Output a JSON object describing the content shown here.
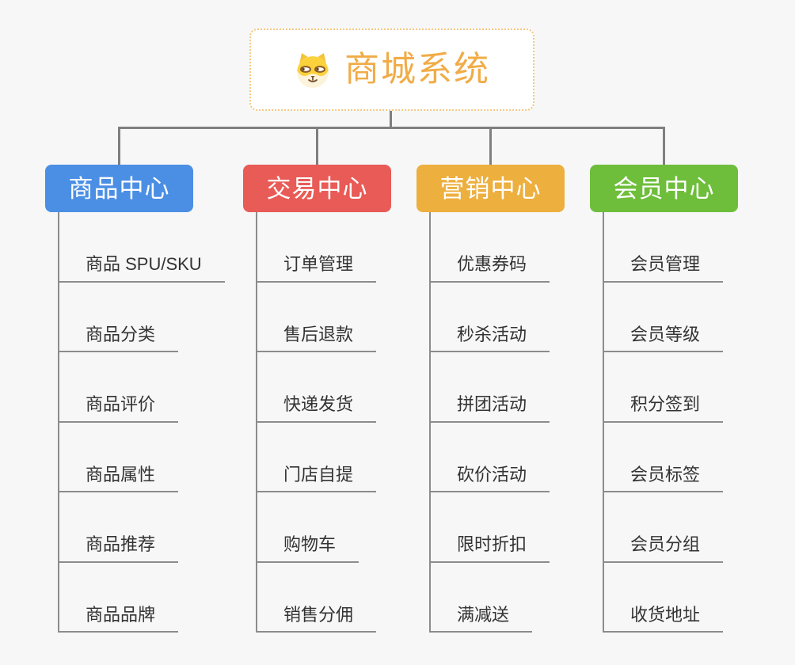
{
  "page": {
    "background": "#f7f7f7",
    "connector_color": "#7f7f7f",
    "leaf_line_color": "#8c8c8c"
  },
  "root": {
    "label": "商城系统",
    "color": "#F1AC47",
    "border_color": "#F4C87F",
    "icon": "shiba-dog-icon"
  },
  "branches": [
    {
      "label": "商品中心",
      "color": "#4B8FE4",
      "children": [
        "商品 SPU/SKU",
        "商品分类",
        "商品评价",
        "商品属性",
        "商品推荐",
        "商品品牌"
      ]
    },
    {
      "label": "交易中心",
      "color": "#E85B57",
      "children": [
        "订单管理",
        "售后退款",
        "快递发货",
        "门店自提",
        "购物车",
        "销售分佣"
      ]
    },
    {
      "label": "营销中心",
      "color": "#EDAF3E",
      "children": [
        "优惠券码",
        "秒杀活动",
        "拼团活动",
        "砍价活动",
        "限时折扣",
        "满减送"
      ]
    },
    {
      "label": "会员中心",
      "color": "#6EBE3B",
      "children": [
        "会员管理",
        "会员等级",
        "积分签到",
        "会员标签",
        "会员分组",
        "收货地址"
      ]
    }
  ]
}
